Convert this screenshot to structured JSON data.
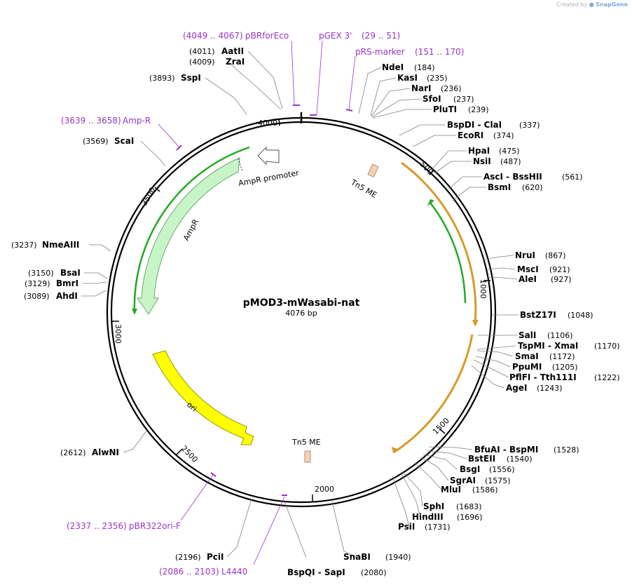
{
  "credit": {
    "prefix": "Created by",
    "brand": "SnapGene"
  },
  "plasmid": {
    "name": "pMOD3-mWasabi-nat",
    "length_label": "4076 bp",
    "length": 4076
  },
  "ticks": [
    "500",
    "1000",
    "1500",
    "2000",
    "2500",
    "3000",
    "3500",
    "4000"
  ],
  "features": [
    {
      "name": "AmpR",
      "color": "#c8f5c8",
      "stroke": "#6aa86a"
    },
    {
      "name": "AmpR promoter",
      "color": "#ffffff",
      "stroke": "#555555"
    },
    {
      "name": "ori",
      "color": "#ffff00",
      "stroke": "#999900"
    },
    {
      "name": "Tn5 ME",
      "color": "#f6d2b4"
    },
    {
      "name": "Tn5 ME",
      "color": "#f6d2b4"
    }
  ],
  "primers": [
    {
      "name": "pBRforEco",
      "range": "(4049 .. 4067)"
    },
    {
      "name": "pGEX 3'",
      "range": "(29 .. 51)"
    },
    {
      "name": "pRS-marker",
      "range": "(151 .. 170)"
    },
    {
      "name": "Amp-R",
      "range": "(3639 .. 3658)"
    },
    {
      "name": "pBR322ori-F",
      "range": "(2337 .. 2356)"
    },
    {
      "name": "L4440",
      "range": "(2086 .. 2103)"
    }
  ],
  "sites": [
    {
      "name": "AatII",
      "pos": "(4011)"
    },
    {
      "name": "ZraI",
      "pos": "(4009)"
    },
    {
      "name": "SspI",
      "pos": "(3893)"
    },
    {
      "name": "ScaI",
      "pos": "(3569)"
    },
    {
      "name": "NmeAIII",
      "pos": "(3237)"
    },
    {
      "name": "BsaI",
      "pos": "(3150)"
    },
    {
      "name": "BmrI",
      "pos": "(3129)"
    },
    {
      "name": "AhdI",
      "pos": "(3089)"
    },
    {
      "name": "AlwNI",
      "pos": "(2612)"
    },
    {
      "name": "PciI",
      "pos": "(2196)"
    },
    {
      "name": "BspQI - SapI",
      "pos": "(2080)"
    },
    {
      "name": "SnaBI",
      "pos": "(1940)"
    },
    {
      "name": "PsiI",
      "pos": "(1731)"
    },
    {
      "name": "HindIII",
      "pos": "(1696)"
    },
    {
      "name": "SphI",
      "pos": "(1683)"
    },
    {
      "name": "MluI",
      "pos": "(1586)"
    },
    {
      "name": "SgrAI",
      "pos": "(1575)"
    },
    {
      "name": "BsgI",
      "pos": "(1556)"
    },
    {
      "name": "BstEII",
      "pos": "(1540)"
    },
    {
      "name": "BfuAI - BspMI",
      "pos": "(1528)"
    },
    {
      "name": "AgeI",
      "pos": "(1243)"
    },
    {
      "name": "PflFI - Tth111I",
      "pos": "(1222)"
    },
    {
      "name": "PpuMI",
      "pos": "(1205)"
    },
    {
      "name": "SmaI",
      "pos": "(1172)"
    },
    {
      "name": "TspMI - XmaI",
      "pos": "(1170)"
    },
    {
      "name": "SalI",
      "pos": "(1106)"
    },
    {
      "name": "BstZ17I",
      "pos": "(1048)"
    },
    {
      "name": "AleI",
      "pos": "(927)"
    },
    {
      "name": "MscI",
      "pos": "(921)"
    },
    {
      "name": "NruI",
      "pos": "(867)"
    },
    {
      "name": "BsmI",
      "pos": "(620)"
    },
    {
      "name": "AscI - BssHII",
      "pos": "(561)"
    },
    {
      "name": "NsiI",
      "pos": "(487)"
    },
    {
      "name": "HpaI",
      "pos": "(475)"
    },
    {
      "name": "EcoRI",
      "pos": "(374)"
    },
    {
      "name": "BspDI - ClaI",
      "pos": "(337)"
    },
    {
      "name": "PluTI",
      "pos": "(239)"
    },
    {
      "name": "SfoI",
      "pos": "(237)"
    },
    {
      "name": "NarI",
      "pos": "(236)"
    },
    {
      "name": "KasI",
      "pos": "(235)"
    },
    {
      "name": "NdeI",
      "pos": "(184)"
    }
  ]
}
